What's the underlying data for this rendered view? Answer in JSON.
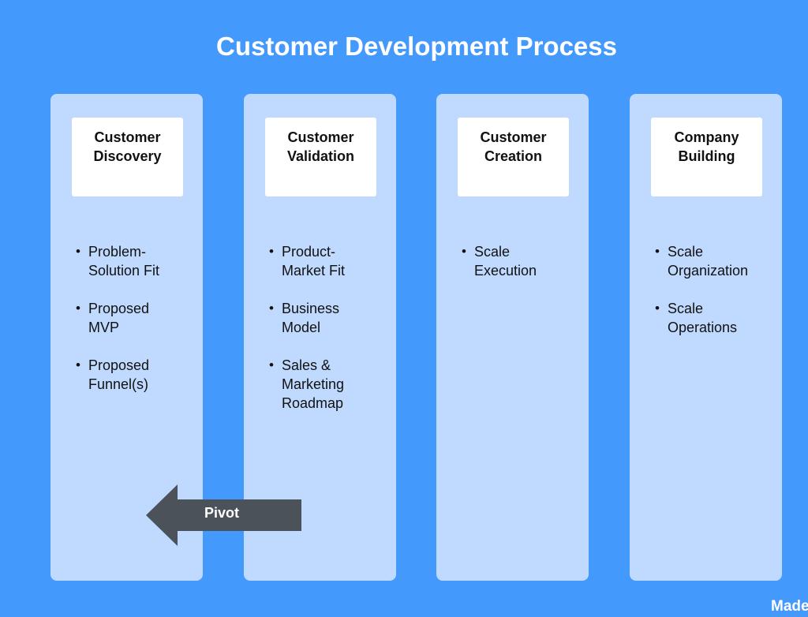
{
  "title": "Customer Development Process",
  "stages": [
    {
      "label": "Customer\nDiscovery",
      "bullets": [
        "Problem-\nSolution Fit",
        "Proposed\nMVP",
        "Proposed\nFunnel(s)"
      ]
    },
    {
      "label": "Customer\nValidation",
      "bullets": [
        "Product-\nMarket Fit",
        "Business\nModel",
        "Sales &\nMarketing\nRoadmap"
      ]
    },
    {
      "label": "Customer\nCreation",
      "bullets": [
        "Scale\nExecution"
      ]
    },
    {
      "label": "Company\nBuilding",
      "bullets": [
        "Scale\nOrganization",
        "Scale\nOperations"
      ]
    }
  ],
  "pivot": {
    "label": "Pivot"
  },
  "watermark": "Made",
  "colors": {
    "background": "#4499fc",
    "column": "#c0daff",
    "box": "#ffffff",
    "arrow": "#4b525a"
  }
}
